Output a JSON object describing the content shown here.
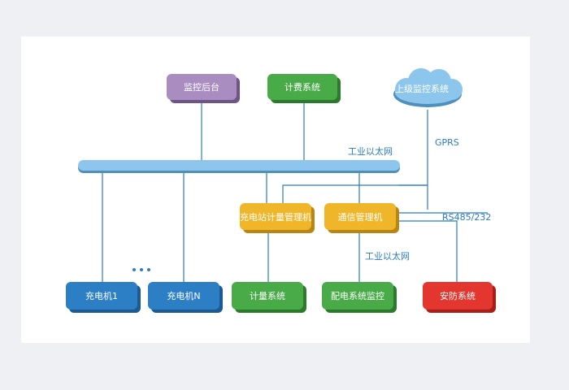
{
  "colors": {
    "purple": "#a98cc0",
    "green": "#49ab48",
    "yellow": "#f0b62a",
    "blue": "#2c7fc4",
    "red": "#e2362f",
    "cloud": "#8cc6ec",
    "line": "#2a7cbf"
  },
  "nodes": {
    "monitor_backend": "监控后台",
    "billing_system": "计费系统",
    "superior_monitor": "上级监控系统",
    "station_meter_manager": "充电站计量管理机",
    "comm_manager": "通信管理机",
    "charger_1": "充电机1",
    "charger_n": "充电机N",
    "metering_system": "计量系统",
    "power_monitor": "配电系统监控",
    "security_system": "安防系统"
  },
  "labels": {
    "ethernet_top": "工业以太网",
    "gprs": "GPRS",
    "rs485": "RS485/232",
    "ethernet_bottom": "工业以太网"
  }
}
